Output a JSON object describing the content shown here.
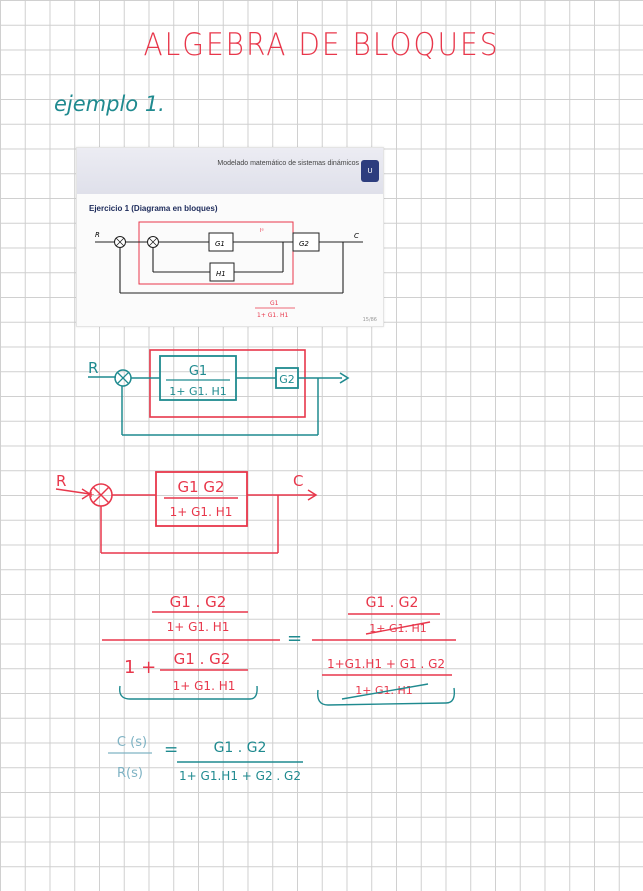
{
  "page": {
    "title": "ALGEBRA DE BLOQUES",
    "example_label": "ejemplo 1."
  },
  "slide": {
    "header_text": "Modelado matemático de sistemas dinámicos",
    "subtitle": "Ejercicio 1 (Diagrama en bloques)",
    "page_number": "15/86",
    "logo_text": "U",
    "diagram": {
      "input_label": "R",
      "output_label": "C",
      "block_g1": "G1",
      "block_g2": "G2",
      "block_h1": "H1",
      "highlight_label": "Iᵍ",
      "annotation_numerator": "G1",
      "annotation_denominator": "1+ G1. H1"
    }
  },
  "step1": {
    "input_label": "R",
    "inner_numerator": "G1",
    "inner_denominator": "1+ G1. H1",
    "block_g2": "G2"
  },
  "step2": {
    "input_label": "R",
    "output_label": "C",
    "numerator": "G1 G2",
    "denominator": "1+ G1. H1",
    "signs": "+ -"
  },
  "derivation": {
    "left": {
      "top_num": "G1 . G2",
      "top_den": "1+ G1. H1",
      "one_plus": "1 +",
      "bottom_num": "G1 . G2",
      "bottom_den": "1+ G1. H1"
    },
    "equals": "=",
    "right": {
      "top_num": "G1 . G2",
      "top_den_struck": "1+ G1. H1",
      "bottom_num": "1+G1.H1 + G1 . G2",
      "bottom_den_struck": "1+ G1. H1"
    }
  },
  "result": {
    "lhs_num": "C (s)",
    "lhs_den": "R(s)",
    "equals": "=",
    "rhs_num": "G1 . G2",
    "rhs_den": "1+ G1.H1 + G2 . G2"
  },
  "colors": {
    "red_ink": "#e8374b",
    "teal_ink": "#1f8a8f",
    "grid": "#cfcfcf",
    "slide_blue": "#2d3d7e"
  }
}
